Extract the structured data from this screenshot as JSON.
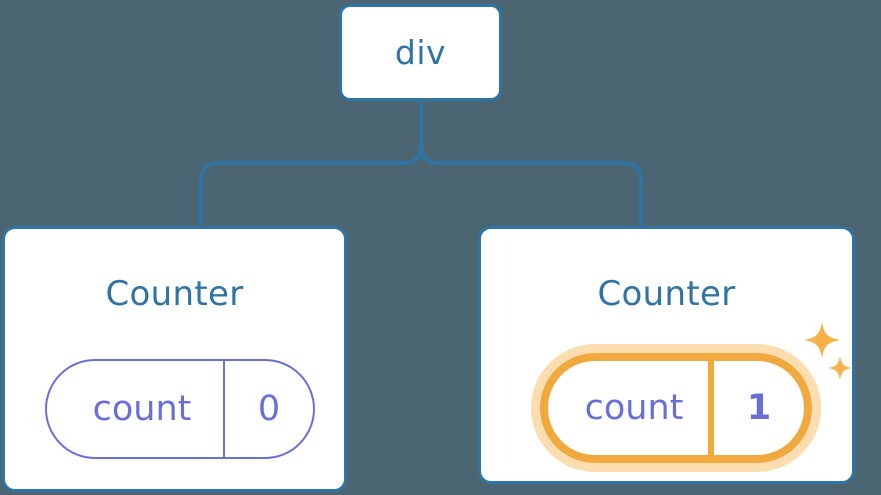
{
  "diagram": {
    "type": "component-tree",
    "background_color": "#4b6672",
    "accent_color": "#2f74a3",
    "state_color": "#6a6fd8",
    "highlight_color": "#f0a93e",
    "highlight_glow_color": "#fbddb0",
    "root": {
      "label": "div"
    },
    "children": [
      {
        "title": "Counter",
        "state": {
          "key": "count",
          "value": "0",
          "highlighted": false
        }
      },
      {
        "title": "Counter",
        "state": {
          "key": "count",
          "value": "1",
          "highlighted": true
        },
        "decorations": [
          "sparkle-large-icon",
          "sparkle-small-icon"
        ]
      }
    ]
  }
}
